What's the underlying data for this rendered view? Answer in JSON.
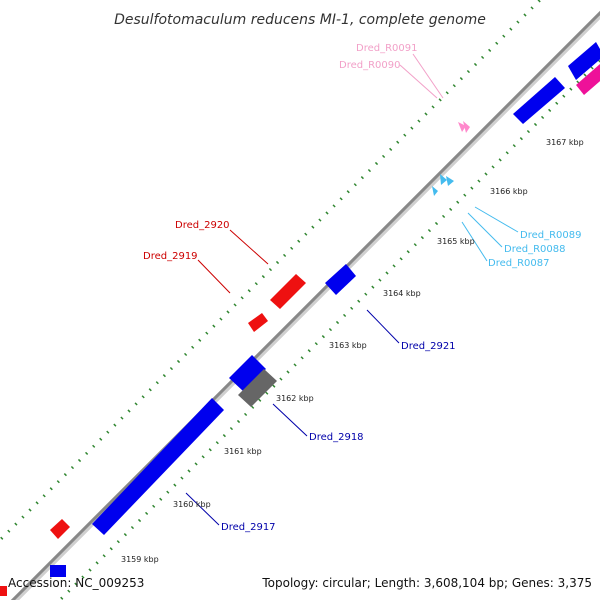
{
  "title": "Desulfotomaculum reducens MI-1, complete genome",
  "footer": {
    "accession": "Accession: NC_009253",
    "summary": "Topology: circular; Length: 3,608,104 bp; Genes: 3,375"
  },
  "colors": {
    "backbone": "#888888",
    "tick_marks": "#1b7a1b",
    "forward_cds": "#0000ee",
    "reverse_cds": "#ee1111",
    "pseudo_gene": "#666666",
    "forward_trna": "#ff88cc",
    "reverse_trna": "#44bbee",
    "forward_rrna": "#ee1199"
  },
  "ticks": [
    "3159 kbp",
    "3160 kbp",
    "3161 kbp",
    "3162 kbp",
    "3163 kbp",
    "3164 kbp",
    "3165 kbp",
    "3166 kbp",
    "3167 kbp"
  ],
  "gene_labels": [
    {
      "label": "Dred_R0091",
      "color": "#f2a0c8"
    },
    {
      "label": "Dred_R0090",
      "color": "#f2a0c8"
    },
    {
      "label": "Dred_2920",
      "color": "#cc0000"
    },
    {
      "label": "Dred_2919",
      "color": "#cc0000"
    },
    {
      "label": "Dred_R0089",
      "color": "#44bbee"
    },
    {
      "label": "Dred_R0088",
      "color": "#44bbee"
    },
    {
      "label": "Dred_R0087",
      "color": "#44bbee"
    },
    {
      "label": "Dred_2921",
      "color": "#0000aa"
    },
    {
      "label": "Dred_2918",
      "color": "#0000aa"
    },
    {
      "label": "Dred_2917",
      "color": "#0000aa"
    }
  ]
}
